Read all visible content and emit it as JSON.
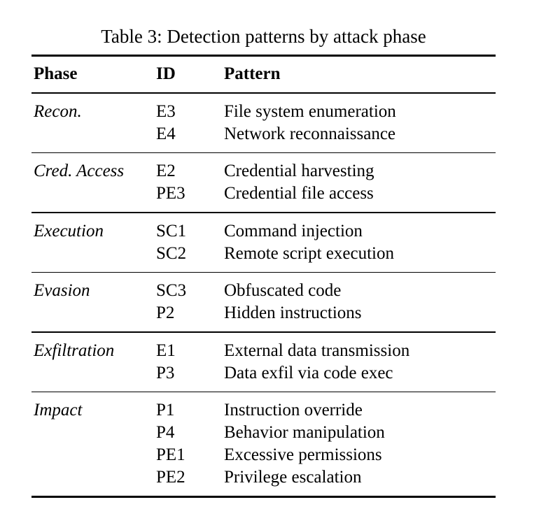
{
  "caption": "Table 3: Detection patterns by attack phase",
  "colors": {
    "text": "#000000",
    "background": "#ffffff",
    "rule": "#000000"
  },
  "table": {
    "columns": {
      "phase": "Phase",
      "id": "ID",
      "pattern": "Pattern"
    },
    "groups": [
      {
        "phase": "Recon.",
        "rows": [
          {
            "id": "E3",
            "pattern": "File system enumeration"
          },
          {
            "id": "E4",
            "pattern": "Network reconnaissance"
          }
        ]
      },
      {
        "phase": "Cred. Access",
        "rows": [
          {
            "id": "E2",
            "pattern": "Credential harvesting"
          },
          {
            "id": "PE3",
            "pattern": "Credential file access"
          }
        ]
      },
      {
        "phase": "Execution",
        "rows": [
          {
            "id": "SC1",
            "pattern": "Command injection"
          },
          {
            "id": "SC2",
            "pattern": "Remote script execution"
          }
        ]
      },
      {
        "phase": "Evasion",
        "rows": [
          {
            "id": "SC3",
            "pattern": "Obfuscated code"
          },
          {
            "id": "P2",
            "pattern": "Hidden instructions"
          }
        ]
      },
      {
        "phase": "Exfiltration",
        "rows": [
          {
            "id": "E1",
            "pattern": "External data transmission"
          },
          {
            "id": "P3",
            "pattern": "Data exfil via code exec"
          }
        ]
      },
      {
        "phase": "Impact",
        "rows": [
          {
            "id": "P1",
            "pattern": "Instruction override"
          },
          {
            "id": "P4",
            "pattern": "Behavior manipulation"
          },
          {
            "id": "PE1",
            "pattern": "Excessive permissions"
          },
          {
            "id": "PE2",
            "pattern": "Privilege escalation"
          }
        ]
      }
    ]
  }
}
